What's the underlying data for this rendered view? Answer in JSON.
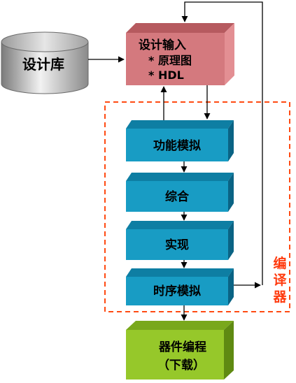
{
  "design_library": {
    "label": "设计库"
  },
  "design_input": {
    "title": "设计输入",
    "item1": "* 原理图",
    "item2": "* HDL"
  },
  "compiler_steps": [
    {
      "label": "功能模拟"
    },
    {
      "label": "综合"
    },
    {
      "label": "实现"
    },
    {
      "label": "时序模拟"
    }
  ],
  "compiler": {
    "label_chars": [
      "编",
      "译",
      "器"
    ]
  },
  "device_programming": {
    "line1": "器件编程",
    "line2": "（下载）"
  },
  "colors": {
    "design_input_front": "#d4797e",
    "design_input_top": "#b65a5f",
    "design_input_side": "#e38f93",
    "step_front": "#189cc4",
    "step_top": "#0e7ea3",
    "step_side": "#0a6384",
    "device_front": "#96c82a",
    "device_top": "#79a81b",
    "device_side": "#5f8a12",
    "compiler_border": "#ff4a12",
    "compiler_text": "#ff3b0f"
  }
}
